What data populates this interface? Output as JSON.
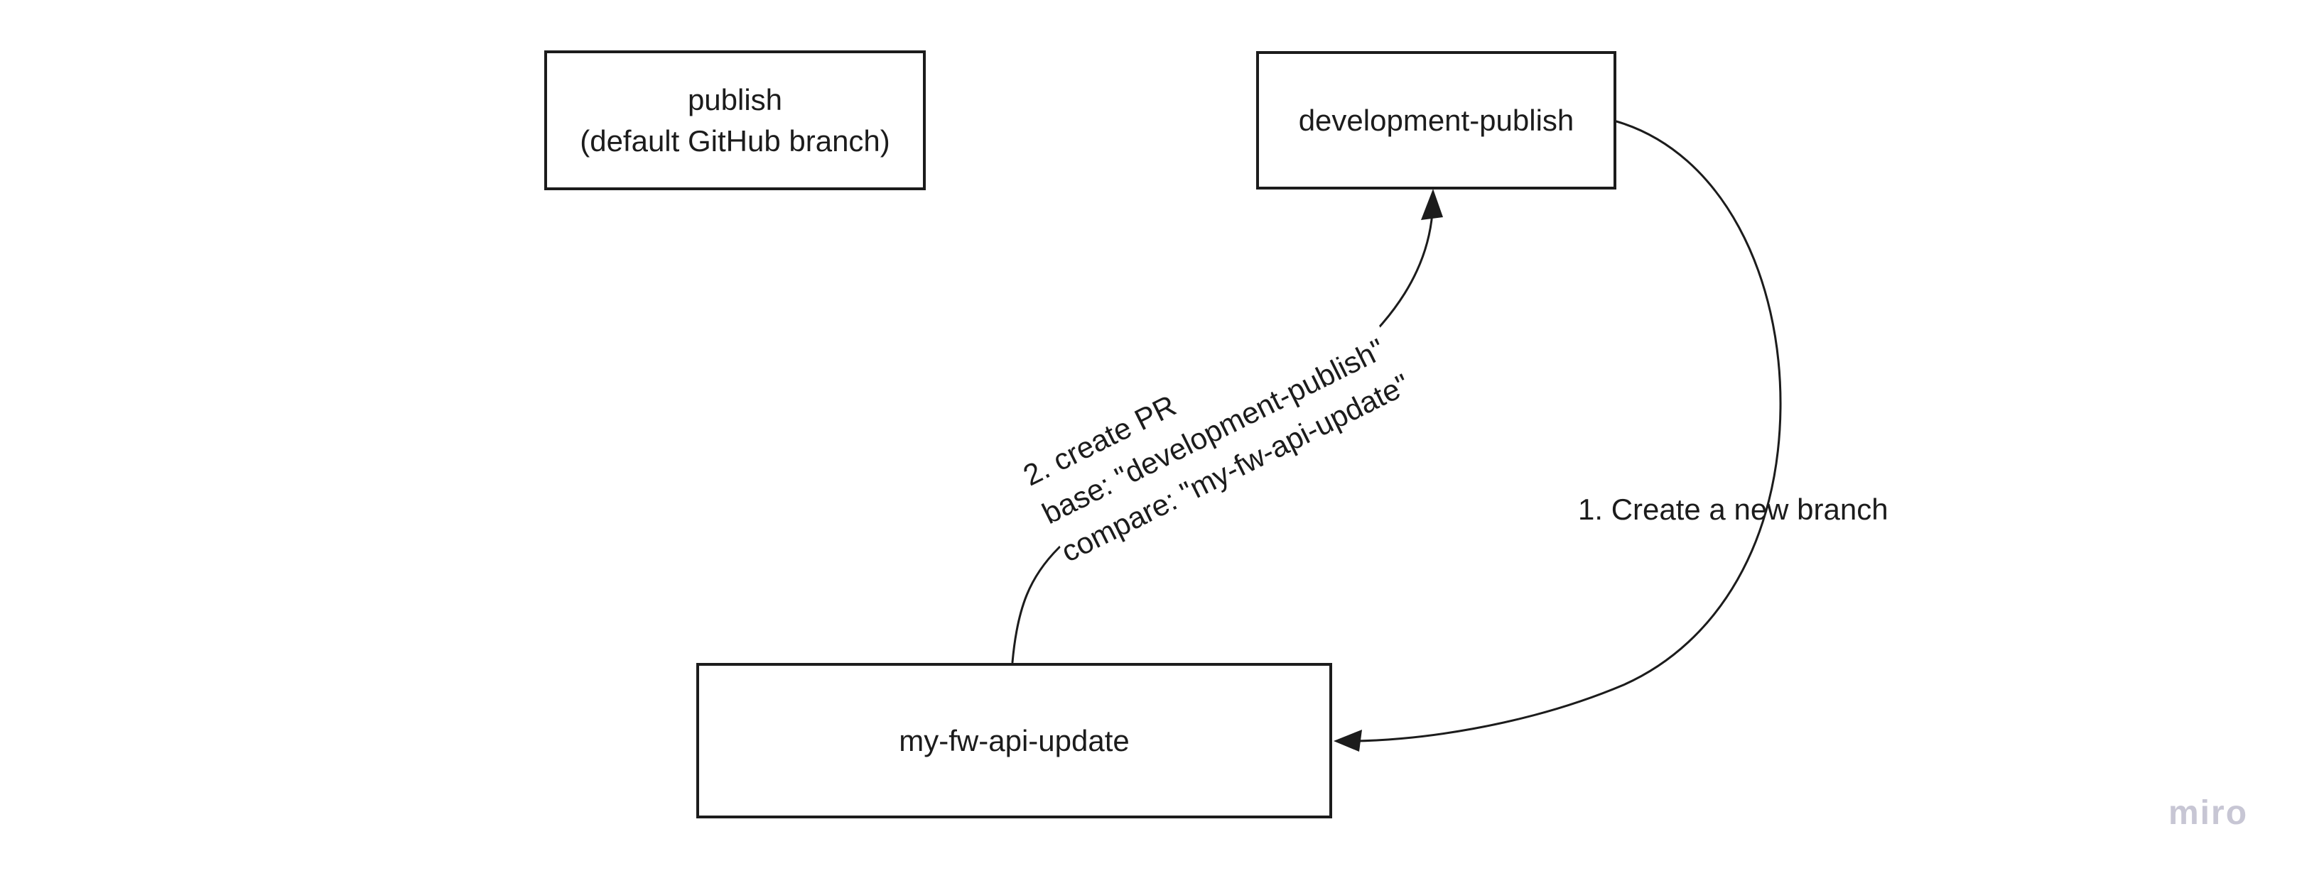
{
  "canvas": {
    "background": "#ffffff",
    "ink_color": "#1c1c1c",
    "watermark_color": "#c7c6d4"
  },
  "boxes": {
    "publish": {
      "line1": "publish",
      "line2": "(default GitHub branch)"
    },
    "development_publish": {
      "label": "development-publish"
    },
    "my_fw_api_update": {
      "label": "my-fw-api-update"
    }
  },
  "connectors": {
    "create_branch": {
      "label": "1. Create a new branch"
    },
    "create_pr": {
      "line1": "2. create PR",
      "line2": "base: \"development-publish\"",
      "line3": "compare: \"my-fw-api-update\""
    }
  },
  "watermark": {
    "text": "miro"
  }
}
